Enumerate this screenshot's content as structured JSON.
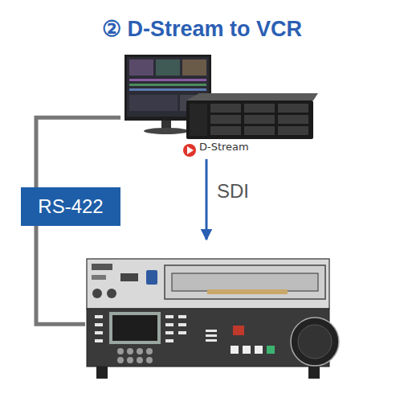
{
  "diagram": {
    "title": "② D-Stream to VCR",
    "nodes": [
      {
        "text": [
          "D-Stream"
        ]
      },
      {
        "text": []
      }
    ],
    "edges": [
      {
        "from": 0,
        "to": 1,
        "arrow": "to",
        "label": "SDI"
      },
      {
        "from": 0,
        "to": 1,
        "arrow": "none",
        "label": "RS-422"
      }
    ]
  }
}
